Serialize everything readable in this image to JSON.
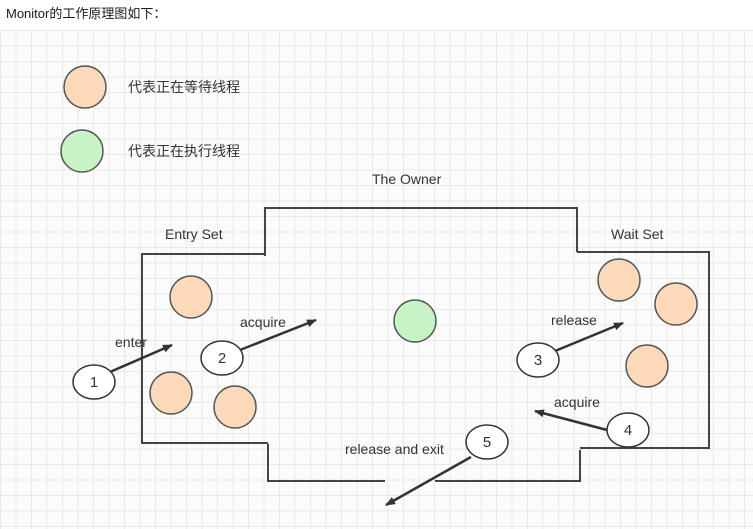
{
  "heading": "Monitor的工作原理图如下：",
  "legend": [
    {
      "label": "代表正在等待线程",
      "color": "#fbd9b9"
    },
    {
      "label": "代表正在执行线程",
      "color": "#c8f3c6"
    }
  ],
  "regions": {
    "owner": "The Owner",
    "entry_set": "Entry Set",
    "wait_set": "Wait Set"
  },
  "steps": [
    {
      "num": "1",
      "label": "enter"
    },
    {
      "num": "2",
      "label": "acquire"
    },
    {
      "num": "3",
      "label": "release"
    },
    {
      "num": "4",
      "label": "acquire"
    },
    {
      "num": "5",
      "label": "release and exit"
    }
  ],
  "colors": {
    "waiting_fill": "#fbd9b9",
    "running_fill": "#c8f3c6",
    "stroke": "#555555",
    "box_line": "#444444"
  }
}
